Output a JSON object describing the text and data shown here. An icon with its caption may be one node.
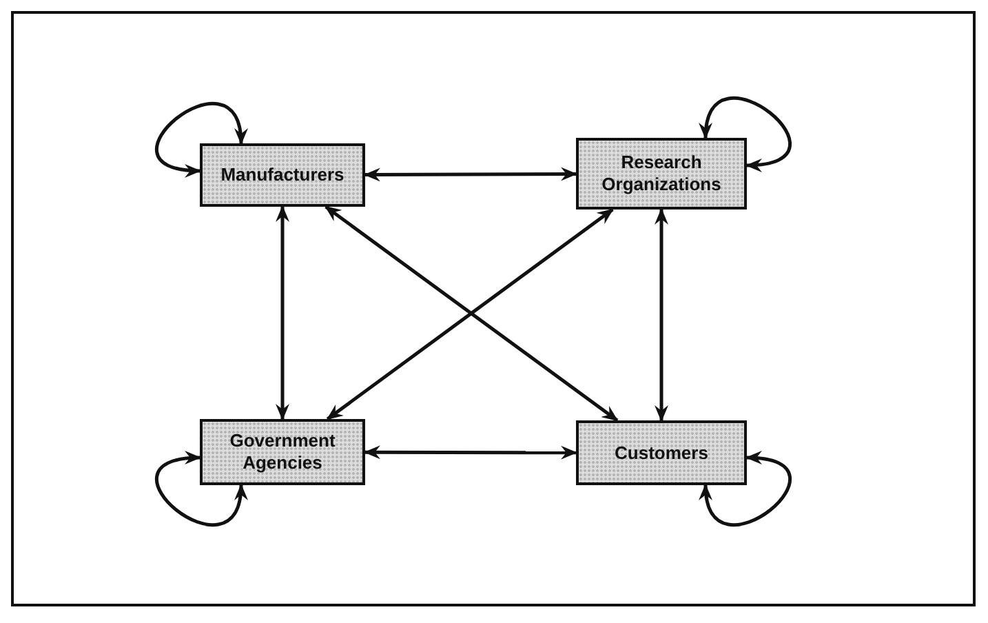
{
  "diagram": {
    "nodes": [
      {
        "text": [
          "Manufacturers"
        ]
      },
      {
        "text": [
          "Research Organizations"
        ]
      },
      {
        "text": [
          "Government Agencies"
        ]
      },
      {
        "text": [
          "Customers"
        ]
      }
    ],
    "edges": [
      {
        "from": 0,
        "to": 0,
        "arrow": "both"
      },
      {
        "from": 1,
        "to": 1,
        "arrow": "both"
      },
      {
        "from": 2,
        "to": 2,
        "arrow": "both"
      },
      {
        "from": 3,
        "to": 3,
        "arrow": "both"
      },
      {
        "from": 0,
        "to": 1,
        "arrow": "both"
      },
      {
        "from": 0,
        "to": 2,
        "arrow": "both"
      },
      {
        "from": 1,
        "to": 3,
        "arrow": "both"
      },
      {
        "from": 2,
        "to": 3,
        "arrow": "both"
      },
      {
        "from": 0,
        "to": 3,
        "arrow": "both"
      },
      {
        "from": 1,
        "to": 2,
        "arrow": "both"
      }
    ]
  }
}
